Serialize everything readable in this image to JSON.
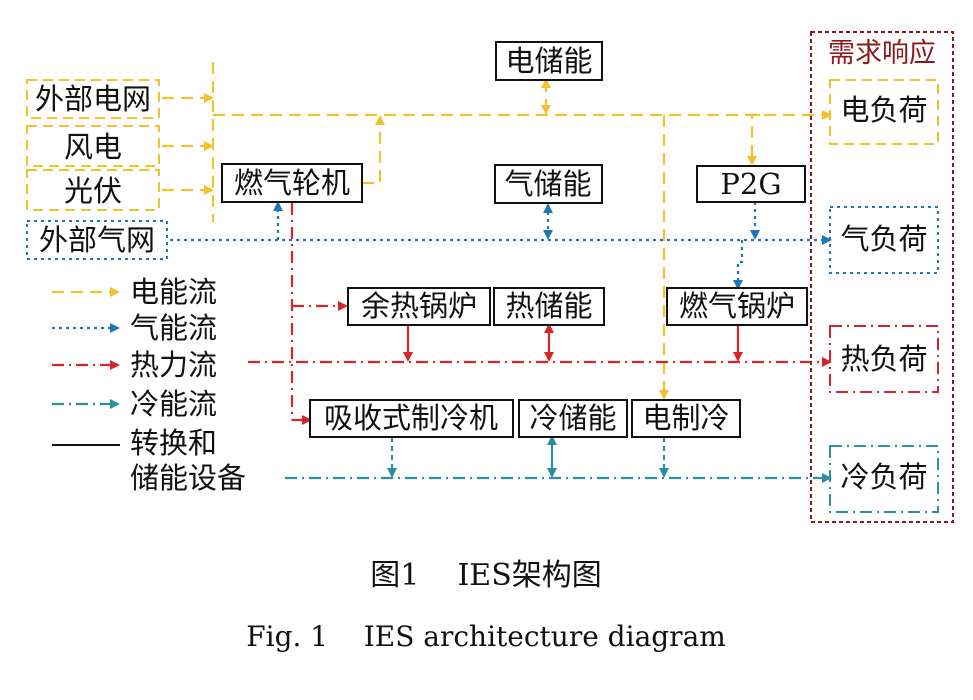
{
  "colors": {
    "electric": "#F2C12E",
    "gas": "#1F77B4",
    "heat": "#D62728",
    "cold": "#2E8FA0",
    "device": "#111111",
    "demand": "#8B1A1A"
  },
  "demand_response": {
    "title": "需求响应",
    "loads": {
      "electric": "电负荷",
      "gas": "气负荷",
      "heat": "热负荷",
      "cold": "冷负荷"
    }
  },
  "sources": {
    "grid": "外部电网",
    "wind": "风电",
    "pv": "光伏",
    "gas_network": "外部气网"
  },
  "devices": {
    "electric_storage": "电储能",
    "gas_turbine": "燃气轮机",
    "gas_storage": "气储能",
    "p2g": "P2G",
    "waste_heat_boiler": "余热锅炉",
    "heat_storage": "热储能",
    "gas_boiler": "燃气锅炉",
    "absorption_chiller": "吸收式制冷机",
    "cold_storage": "冷储能",
    "electric_chiller": "电制冷"
  },
  "legend": {
    "electric": "电能流",
    "gas": "气能流",
    "heat": "热力流",
    "cold": "冷能流",
    "device_line1": "转换和",
    "device_line2": "储能设备"
  },
  "caption": {
    "chinese": "图1    IES架构图",
    "english": "Fig. 1    IES architecture diagram"
  }
}
